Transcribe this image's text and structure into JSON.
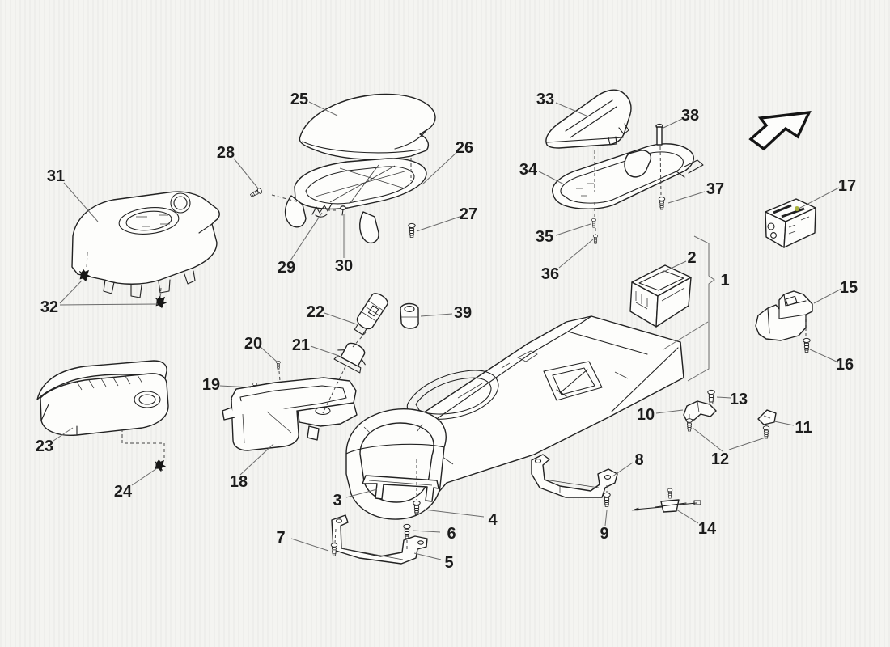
{
  "figure": {
    "kind": "exploded-parts-diagram"
  },
  "icons": {
    "direction_arrow": "↗",
    "fastener_clip": "✣"
  },
  "colors": {
    "background": "#f4f4f1",
    "ink": "#1f1f1f",
    "leader": "#6b6b6b",
    "accent_dot": "#a9b23c"
  },
  "callouts": {
    "c1": "1",
    "c2": "2",
    "c3": "3",
    "c4": "4",
    "c5": "5",
    "c6": "6",
    "c7": "7",
    "c8": "8",
    "c9": "9",
    "c10": "10",
    "c11": "11",
    "c12": "12",
    "c13": "13",
    "c14": "14",
    "c15": "15",
    "c16": "16",
    "c17": "17",
    "c18": "18",
    "c19": "19",
    "c20": "20",
    "c21": "21",
    "c22": "22",
    "c23": "23",
    "c24": "24",
    "c25": "25",
    "c26": "26",
    "c27": "27",
    "c28": "28",
    "c29": "29",
    "c30": "30",
    "c31": "31",
    "c32": "32",
    "c33": "33",
    "c34": "34",
    "c35": "35",
    "c36": "36",
    "c37": "37",
    "c38": "38",
    "c39": "39"
  }
}
